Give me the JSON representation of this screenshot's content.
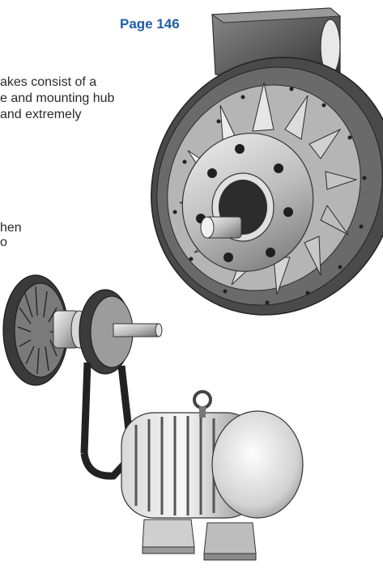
{
  "header": {
    "page_label": "Page 146"
  },
  "paragraph": {
    "line1": "akes consist of a",
    "line2": "e and mounting hub",
    "line3": "and extremely"
  },
  "fragment": {
    "line1": "hen",
    "line2": "o"
  },
  "images": {
    "brake": "brake-unit-illustration",
    "motor": "motor-belt-drive-illustration"
  }
}
